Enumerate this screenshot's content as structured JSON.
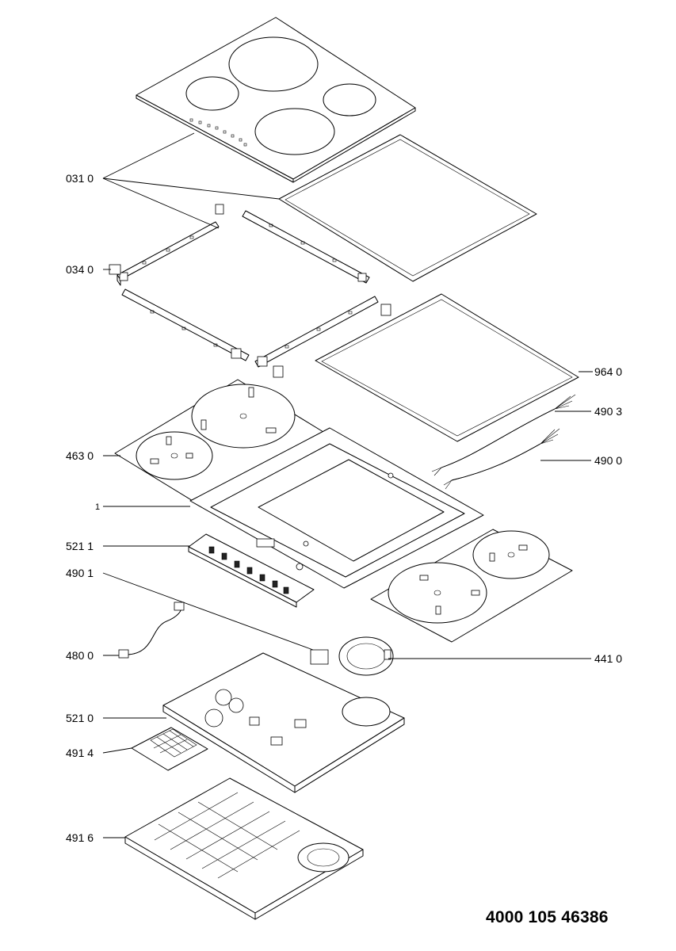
{
  "labels": {
    "l0310": "031 0",
    "l0340": "034 0",
    "l9640": "964 0",
    "l4903": "490 3",
    "l4630": "463 0",
    "l4900": "490 0",
    "l1": "1",
    "l5211": "521 1",
    "l4901": "490 1",
    "l4800": "480 0",
    "l4410": "441 0",
    "l5210": "521 0",
    "l4914": "491 4",
    "l4916": "491 6"
  },
  "document_number": "4000 105 46386"
}
